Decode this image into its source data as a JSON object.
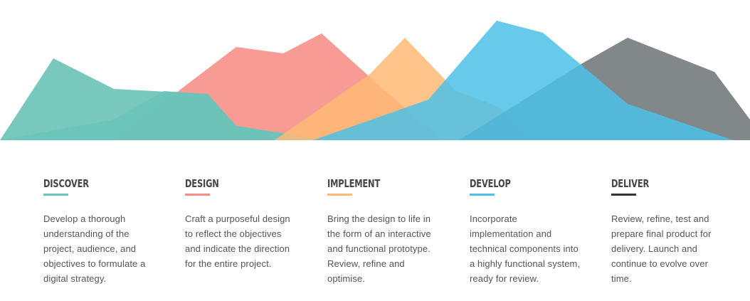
{
  "colors": {
    "discover": "#6cc3b9",
    "design": "#f78d85",
    "implement": "#ffba75",
    "develop": "#4cc1e8",
    "deliver": "#6c7275",
    "deliver_underline": "#333333"
  },
  "stages": [
    {
      "title": "DISCOVER",
      "description": "Develop a thorough understanding of the project, audience, and objectives to formulate a digital strategy."
    },
    {
      "title": "DESIGN",
      "description": "Craft a purposeful design to reflect the objectives and indicate the direction for the entire project."
    },
    {
      "title": "IMPLEMENT",
      "description": "Bring the design to life in the form of an interactive and functional prototype. Review, refine and optimise."
    },
    {
      "title": "DEVELOP",
      "description": "Incorporate implementation and technical components into a highly functional system, ready for review."
    },
    {
      "title": "DELIVER",
      "description": "Review, refine, test and prepare final product for delivery. Launch and continue to evolve over time."
    }
  ]
}
